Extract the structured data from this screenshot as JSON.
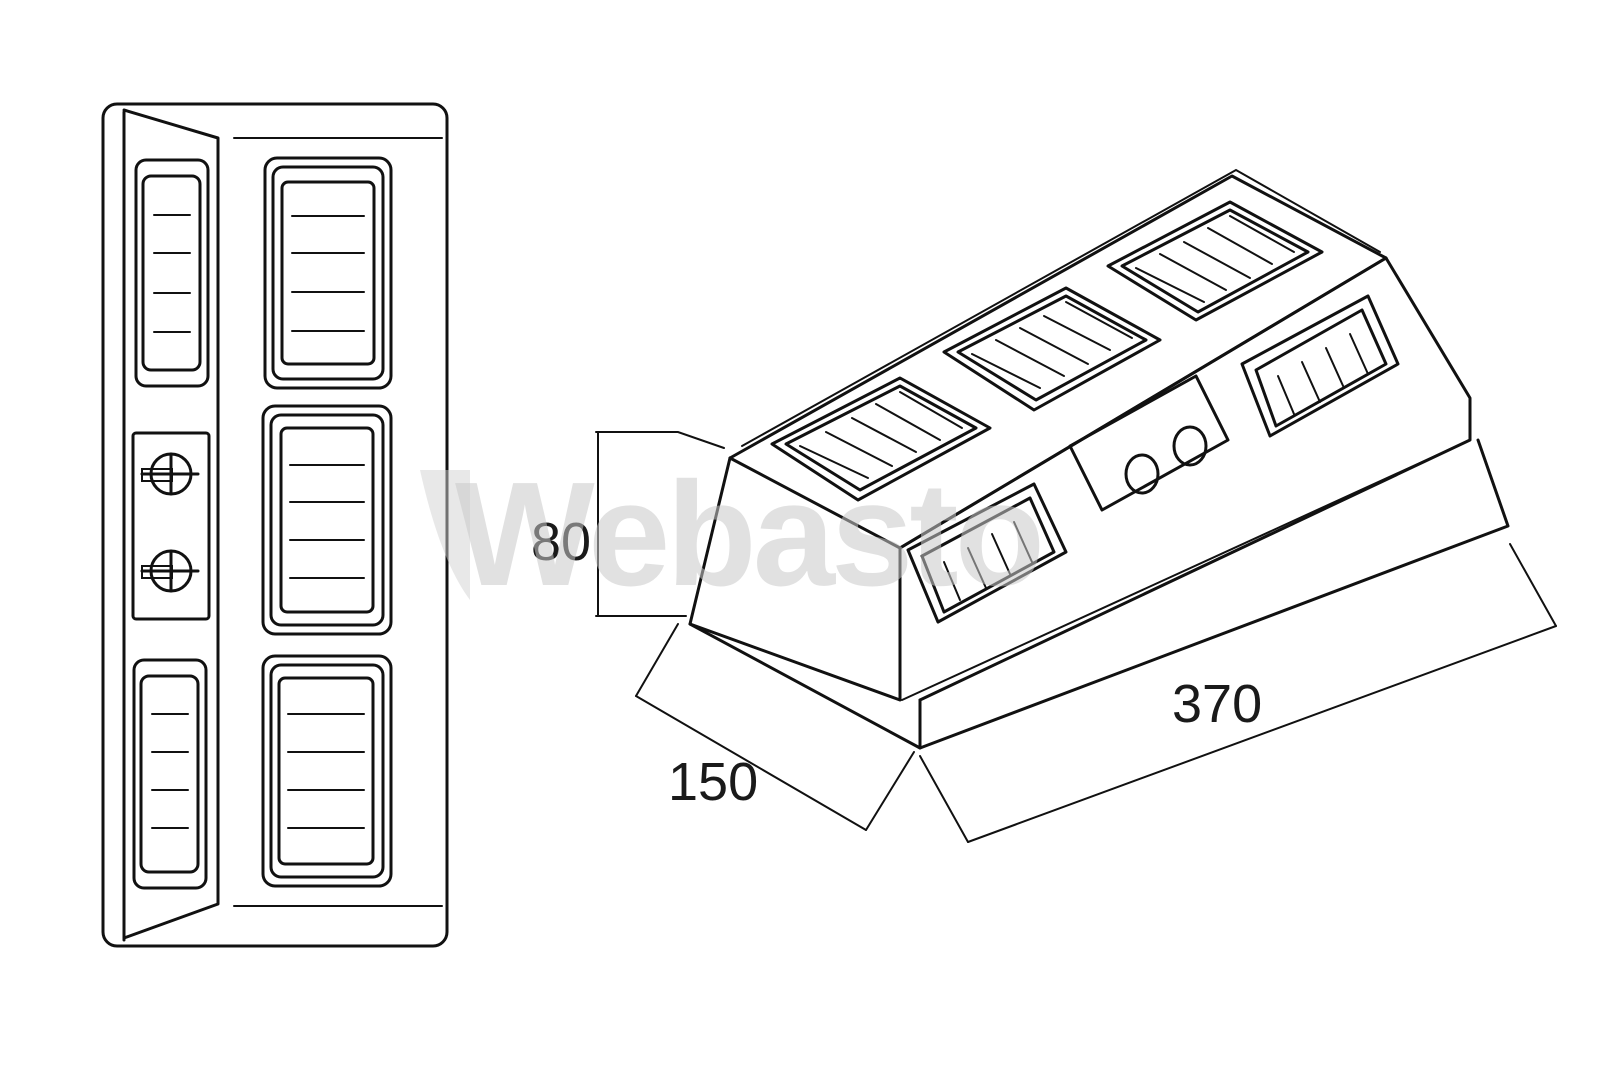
{
  "diagram": {
    "dimensions": {
      "height": "80",
      "depth": "150",
      "width": "370"
    },
    "watermark": "Webasto"
  }
}
